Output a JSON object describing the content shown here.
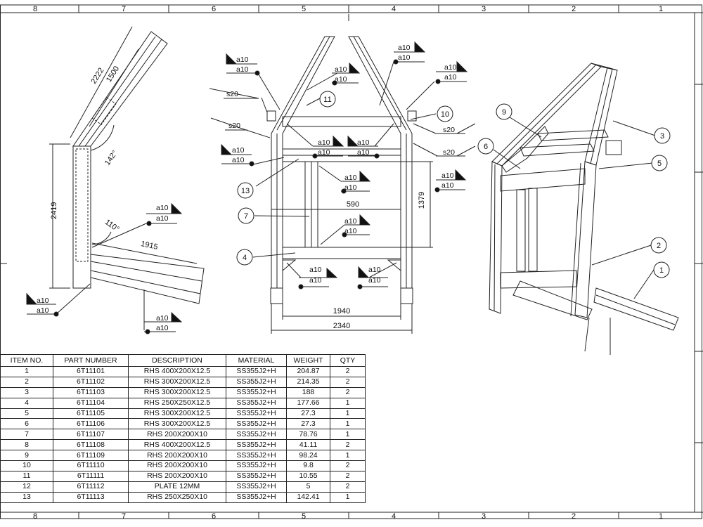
{
  "zones": [
    "8",
    "7",
    "6",
    "5",
    "4",
    "3",
    "2",
    "1"
  ],
  "side_view": {
    "dims": {
      "d2222": "2222",
      "d1500": "1500",
      "d2419": "2419",
      "d1915": "1915",
      "a142": "142°",
      "a110": "110°"
    }
  },
  "front_view": {
    "dims": {
      "d590": "590",
      "d1379": "1379",
      "d1940": "1940",
      "d2340": "2340"
    }
  },
  "weld_a": "a10",
  "weld_s": "s20",
  "balloons": {
    "front": [
      "11",
      "10",
      "13",
      "7",
      "4"
    ],
    "iso": [
      "9",
      "6",
      "3",
      "5",
      "2",
      "1"
    ]
  },
  "bom": {
    "headers": [
      "ITEM NO.",
      "PART NUMBER",
      "DESCRIPTION",
      "MATERIAL",
      "WEIGHT",
      "QTY"
    ],
    "rows": [
      [
        "1",
        "6T11101",
        "RHS 400X200X12.5",
        "SS355J2+H",
        "204.87",
        "2"
      ],
      [
        "2",
        "6T11102",
        "RHS 300X200X12.5",
        "SS355J2+H",
        "214.35",
        "2"
      ],
      [
        "3",
        "6T11103",
        "RHS 300X200X12.5",
        "SS355J2+H",
        "188",
        "2"
      ],
      [
        "4",
        "6T11104",
        "RHS 250X250X12.5",
        "SS355J2+H",
        "177.66",
        "1"
      ],
      [
        "5",
        "6T11105",
        "RHS 300X200X12.5",
        "SS355J2+H",
        "27.3",
        "1"
      ],
      [
        "6",
        "6T11106",
        "RHS 300X200X12.5",
        "SS355J2+H",
        "27.3",
        "1"
      ],
      [
        "7",
        "6T11107",
        "RHS 200X200X10",
        "SS355J2+H",
        "78.76",
        "1"
      ],
      [
        "8",
        "6T11108",
        "RHS 400X200X12.5",
        "SS355J2+H",
        "41.11",
        "2"
      ],
      [
        "9",
        "6T11109",
        "RHS 200X200X10",
        "SS355J2+H",
        "98.24",
        "1"
      ],
      [
        "10",
        "6T11110",
        "RHS 200X200X10",
        "SS355J2+H",
        "9.8",
        "2"
      ],
      [
        "11",
        "6T11111",
        "RHS 200X200X10",
        "SS355J2+H",
        "10.55",
        "2"
      ],
      [
        "12",
        "6T11112",
        "PLATE 12MM",
        "SS355J2+H",
        "5",
        "2"
      ],
      [
        "13",
        "6T11113",
        "RHS 250X250X10",
        "SS355J2+H",
        "142.41",
        "1"
      ]
    ]
  }
}
